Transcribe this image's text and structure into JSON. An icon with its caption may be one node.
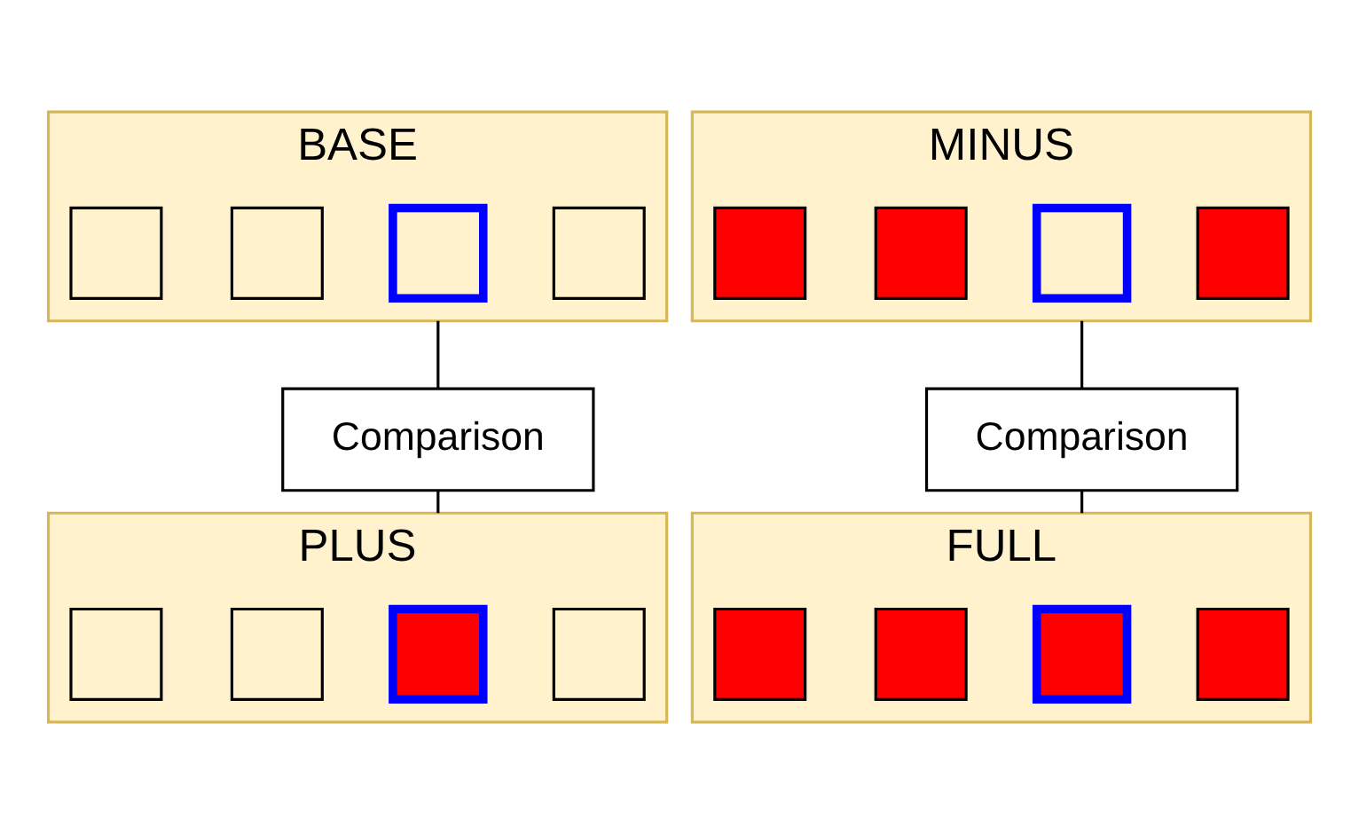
{
  "diagram": {
    "nodes": [
      {
        "text": [
          "BASE"
        ]
      },
      {
        "text": [],
        "shape": "box",
        "in": 0
      },
      {
        "text": [],
        "shape": "box",
        "in": 0
      },
      {
        "text": [],
        "shape": "box",
        "in": 0
      },
      {
        "text": [],
        "shape": "box",
        "in": 0
      },
      {
        "text": [
          "MINUS"
        ]
      },
      {
        "text": [],
        "shape": "box",
        "in": 5
      },
      {
        "text": [],
        "shape": "box",
        "in": 5
      },
      {
        "text": [],
        "shape": "box",
        "in": 5
      },
      {
        "text": [],
        "shape": "box",
        "in": 5
      },
      {
        "text": [
          "Comparison"
        ]
      },
      {
        "text": [
          "Comparison"
        ]
      },
      {
        "text": [
          "PLUS"
        ]
      },
      {
        "text": [],
        "shape": "box",
        "in": 12
      },
      {
        "text": [],
        "shape": "box",
        "in": 12
      },
      {
        "text": [],
        "shape": "box",
        "in": 12
      },
      {
        "text": [],
        "shape": "box",
        "in": 12
      },
      {
        "text": [
          "FULL"
        ]
      },
      {
        "text": [],
        "shape": "box",
        "in": 17
      },
      {
        "text": [],
        "shape": "box",
        "in": 17
      },
      {
        "text": [],
        "shape": "box",
        "in": 17
      },
      {
        "text": [],
        "shape": "box",
        "in": 17
      }
    ],
    "edges": [
      {
        "from": 0,
        "to": 10,
        "arrow": "none"
      },
      {
        "from": 10,
        "to": 12,
        "arrow": "none"
      },
      {
        "from": 5,
        "to": 11,
        "arrow": "none"
      },
      {
        "from": 11,
        "to": 17,
        "arrow": "none"
      }
    ]
  }
}
